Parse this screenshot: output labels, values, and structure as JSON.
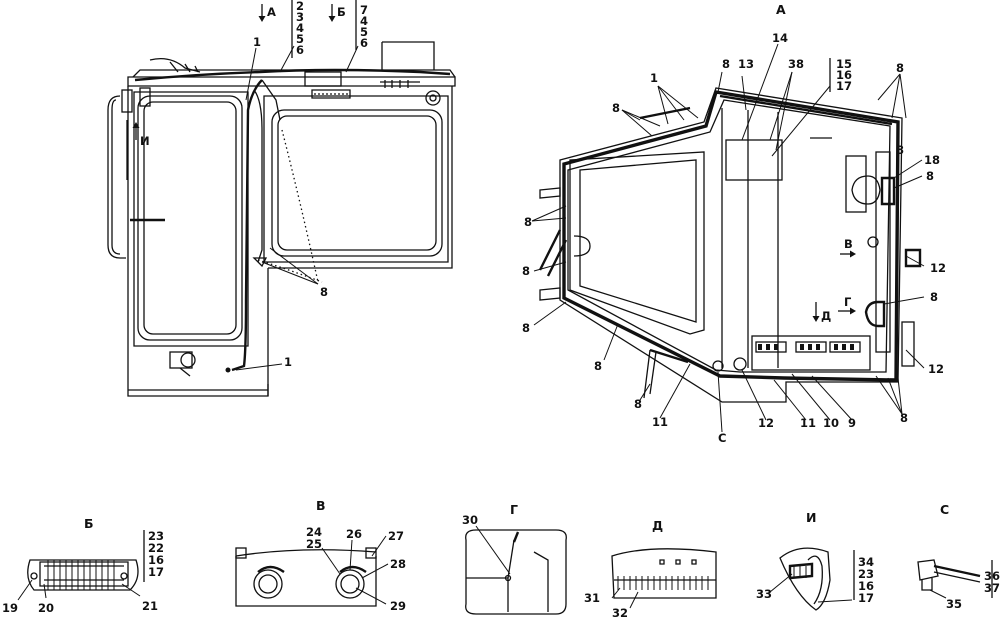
{
  "views": {
    "main_a": "А",
    "b": "Б",
    "v": "В",
    "g": "Г",
    "d": "Д",
    "i": "И",
    "s": "С"
  },
  "left_view": {
    "arrow_a": "А",
    "arrow_b": "Б",
    "arrow_i": "И",
    "callouts_1": [
      "1",
      "1"
    ],
    "stack_1": [
      "2",
      "3",
      "4",
      "5",
      "6"
    ],
    "stack_2": [
      "7",
      "4",
      "5",
      "6"
    ],
    "label_8": "8"
  },
  "right_view": {
    "labels": {
      "n1": "1",
      "n8a": "8",
      "n13": "13",
      "n14": "14",
      "n38": "38",
      "n8b": "8",
      "n8c": "8",
      "n8d": "8",
      "n8e": "8",
      "n8f": "8",
      "n8g": "8",
      "n8h": "8",
      "n8i": "8",
      "n8j": "8",
      "n18": "18",
      "n8k": "8",
      "n12a": "12",
      "n12b": "12",
      "n11a": "11",
      "n11b": "11",
      "n12c": "12",
      "n10": "10",
      "n9": "9",
      "n8l": "8",
      "nC": "С"
    },
    "stack": [
      "15",
      "16",
      "17"
    ],
    "arrow_v": "В",
    "arrow_g": "Г",
    "arrow_d": "Д"
  },
  "detail_b": {
    "stack": [
      "23",
      "22",
      "16",
      "17"
    ],
    "bottom": [
      "19",
      "20",
      "21"
    ]
  },
  "detail_v": {
    "pair": [
      "24",
      "25"
    ],
    "n26": "26",
    "n27": "27",
    "n28": "28",
    "n29": "29"
  },
  "detail_g": {
    "n30": "30"
  },
  "detail_d": {
    "n31": "31",
    "n32": "32"
  },
  "detail_i": {
    "stack": [
      "34",
      "23",
      "16",
      "17"
    ],
    "n33": "33"
  },
  "detail_s": {
    "pair": [
      "36",
      "37"
    ],
    "n35": "35"
  }
}
